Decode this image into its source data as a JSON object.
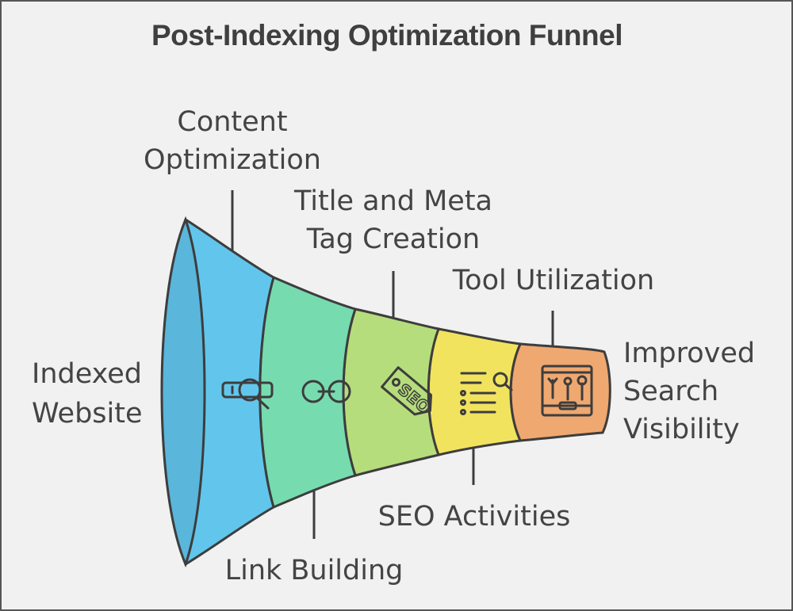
{
  "title": "Post-Indexing Optimization Funnel",
  "start_label": "Indexed Website",
  "end_label": "Improved\nSearch\nVisibility",
  "stages": [
    {
      "label": "Content\nOptimization",
      "color": "#62c6ec",
      "icon": "magnifier-over-page-icon"
    },
    {
      "label": "Link Building",
      "color": "#77dbb0",
      "icon": "chain-link-icon"
    },
    {
      "label": "Title and Meta\nTag Creation",
      "color": "#b6dd7c",
      "icon": "seo-tag-icon"
    },
    {
      "label": "SEO Activities",
      "color": "#f2e35f",
      "icon": "search-list-icon"
    },
    {
      "label": "Tool Utilization",
      "color": "#efa870",
      "icon": "toolbox-icon"
    }
  ]
}
